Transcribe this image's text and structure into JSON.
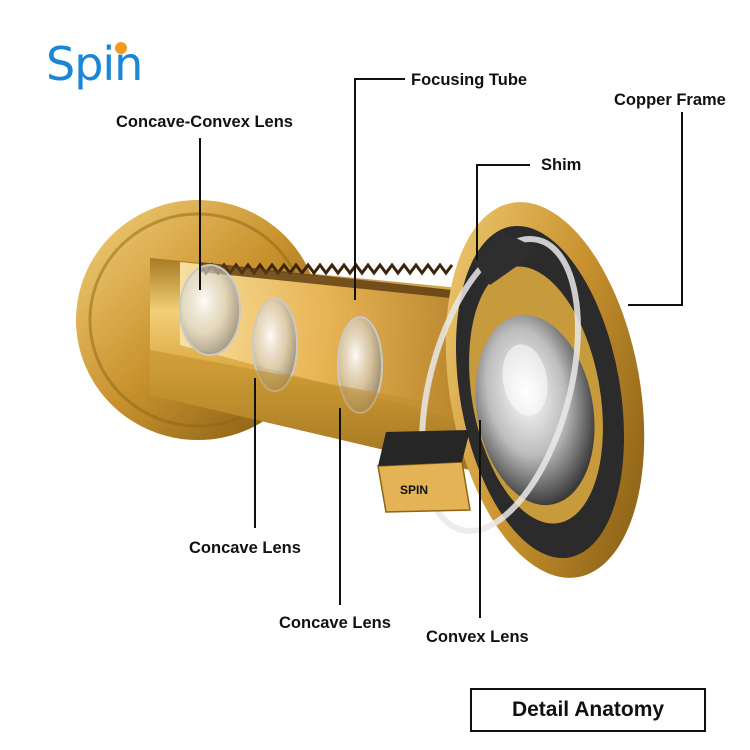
{
  "brand": {
    "logo_text": "Spin",
    "logo_color": "#1a86d8",
    "dot_color": "#f39a1e"
  },
  "labels": {
    "focusing_tube": "Focusing Tube",
    "copper_frame": "Copper Frame",
    "concave_convex_lens": "Concave-Convex Lens",
    "shim": "Shim",
    "concave_lens_1": "Concave Lens",
    "concave_lens_2": "Concave Lens",
    "convex_lens": "Convex Lens"
  },
  "stamp_text": "SPIN",
  "title": "Detail Anatomy",
  "colors": {
    "brass_light": "#f6d27a",
    "brass": "#d9a63c",
    "brass_dark": "#8c6516",
    "gasket": "#2b2b2b",
    "leader": "#111111"
  }
}
